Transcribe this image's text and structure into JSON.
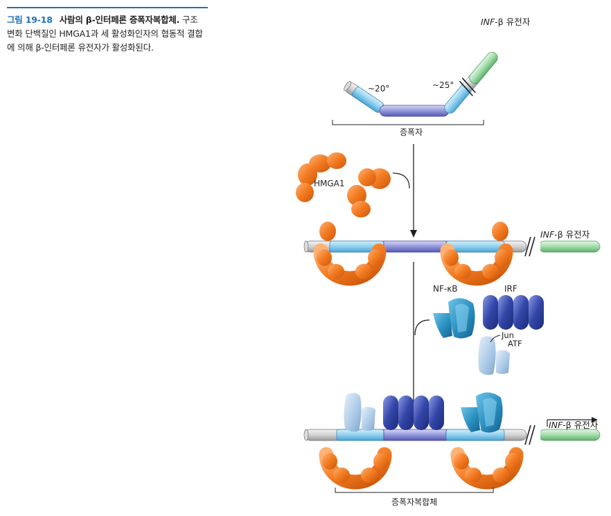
{
  "caption": {
    "number": "그림 19-18",
    "title": "사람의 β-인터페론 증폭자복합체.",
    "text": " 구조 변화 단백질인 HMGA1과 세 활성화인자의 협동적 결합에 의해 β-인터페론 유전자가 활성화된다."
  },
  "diagram": {
    "gene_label_italic": "INF",
    "gene_label_rest": "-β 유전자",
    "angle_left": "~20°",
    "angle_right": "~25°",
    "enhancer_label": "증폭자",
    "hmga1_label": "HMGA1",
    "nfkb_label": "NF-κB",
    "irf_label": "IRF",
    "jun_label": "Jun",
    "atf_label": "ATF",
    "enhanceosome_label": "증폭자복합체"
  },
  "colors": {
    "accent": "#1d71b8",
    "hmga1": "#f07c22",
    "irf": "#3346a8",
    "nfkb": "#2a8fc0",
    "jun_atf": "#a9c8e6",
    "dna_core": "#8e93d8",
    "dna_side": "#8fd0ef",
    "gene": "#9fd8a8"
  }
}
